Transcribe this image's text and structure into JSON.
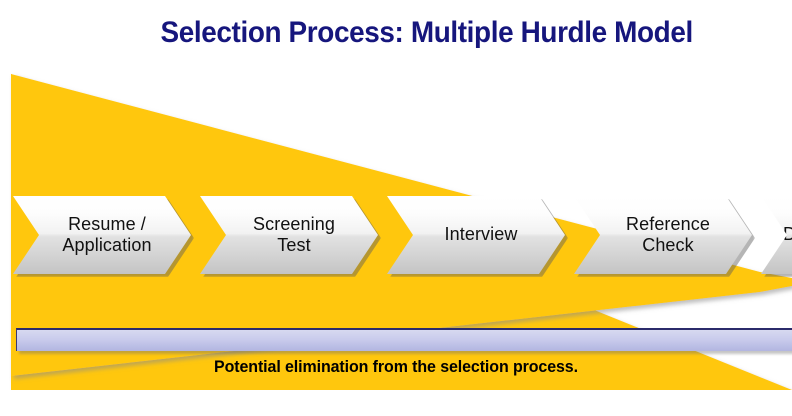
{
  "slide": {
    "title": "Selection Process: Multiple Hurdle Model",
    "title_color": "#16167d",
    "background_color": "#ffffff",
    "funnel_color": "#ffc70e",
    "caption": "Potential elimination from the selection process.",
    "caption_color": "#000000",
    "elimination_bar": {
      "name": "elimination-bar",
      "fill_color": "#c5c8ea",
      "border_color": "#2b2b6b"
    }
  },
  "stages": [
    {
      "label": "Resume /\nApplication"
    },
    {
      "label": "Screening\nTest"
    },
    {
      "label": "Interview"
    },
    {
      "label": "Reference\nCheck"
    },
    {
      "label": "D"
    }
  ]
}
